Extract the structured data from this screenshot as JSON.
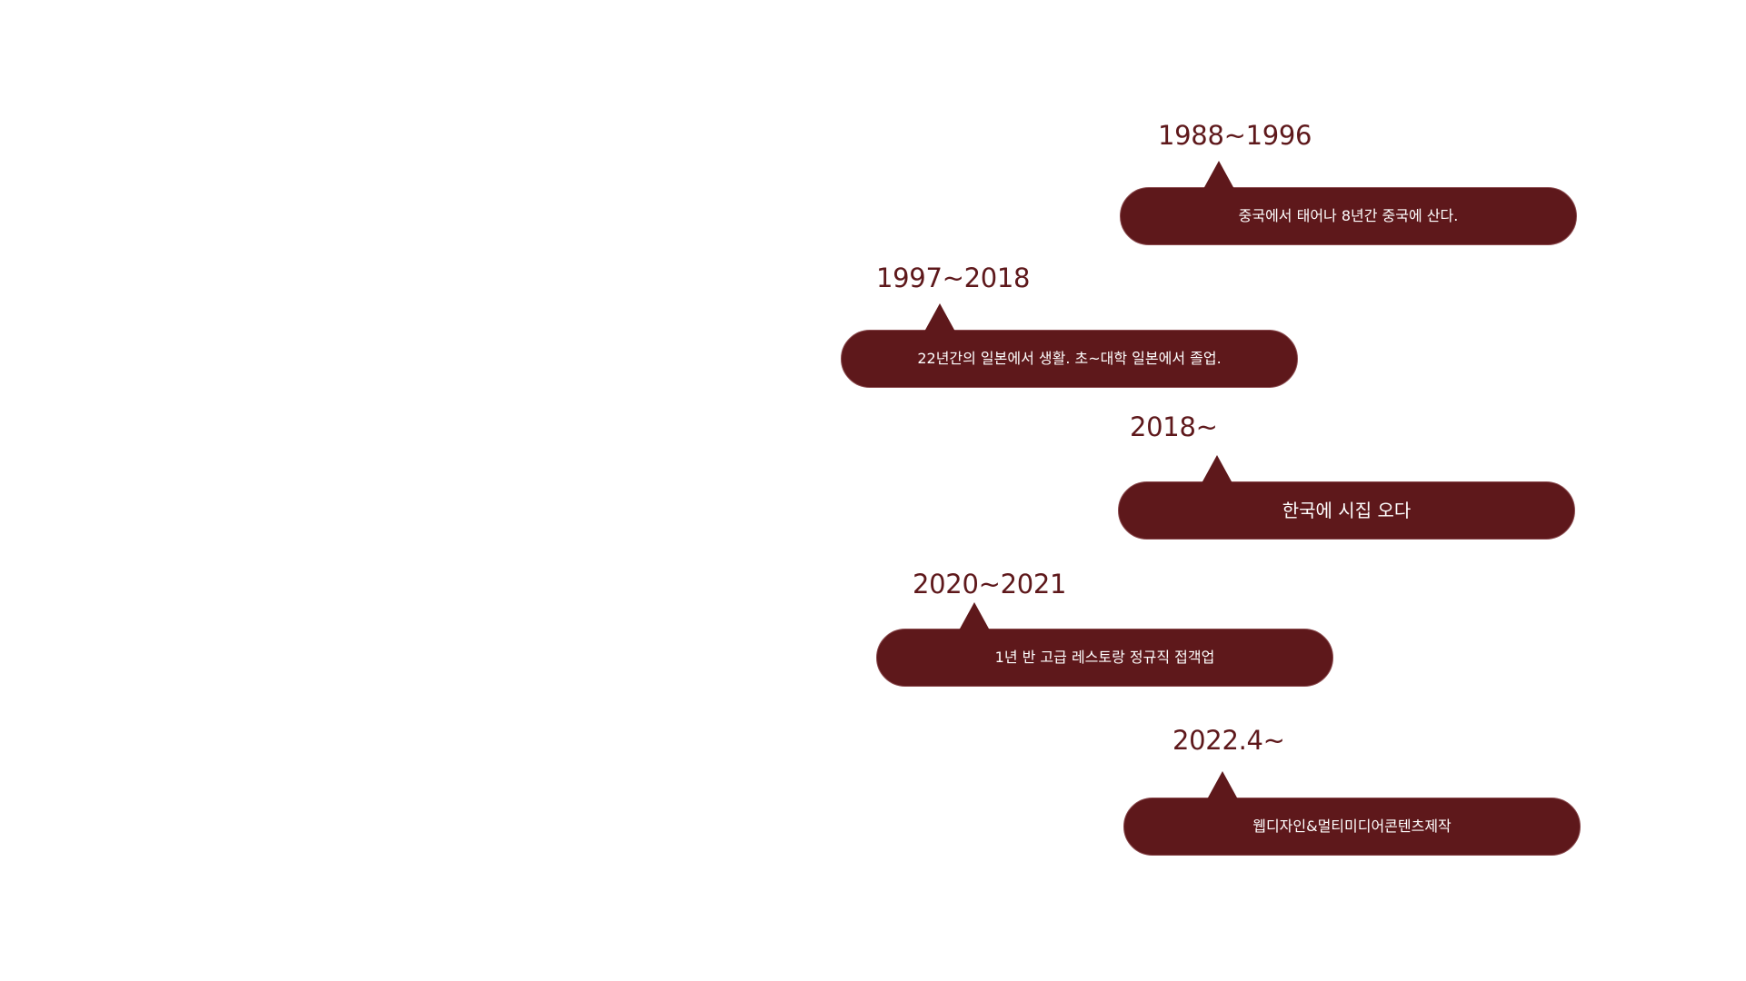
{
  "theme": {
    "accent": "#5e181b",
    "text_on_accent": "#ffffff",
    "background": "#ffffff"
  },
  "timeline": {
    "items": [
      {
        "year": "1988~1996",
        "description": "중국에서 태어나 8년간 중국에  산다."
      },
      {
        "year": "1997~2018",
        "description": "22년간의 일본에서 생활. 초~대학 일본에서 졸업."
      },
      {
        "year": "2018~",
        "description": "한국에 시집 오다"
      },
      {
        "year": "2020~2021",
        "description": "1년 반 고급 레스토랑  정규직 접객업"
      },
      {
        "year": "2022.4~",
        "description": "웹디자인&멀티미디어콘텐츠제작"
      }
    ]
  }
}
